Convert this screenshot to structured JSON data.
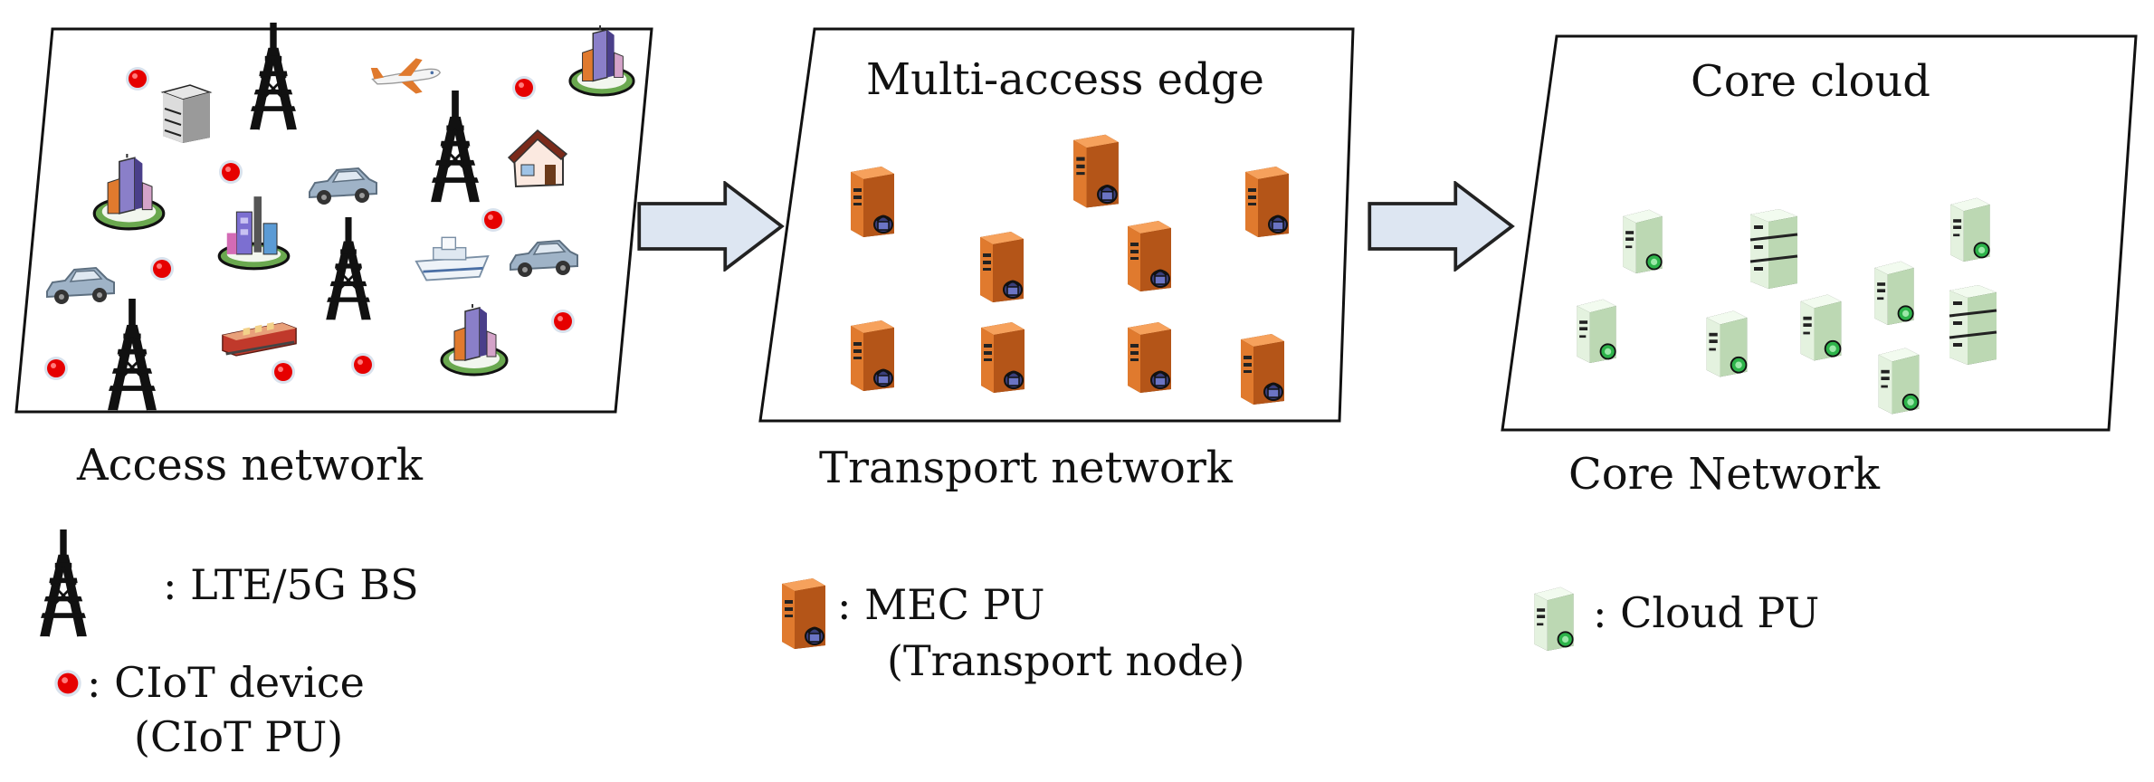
{
  "panels": {
    "access": {
      "caption": "Access network"
    },
    "edge": {
      "title": "Multi-access edge",
      "caption": "Transport network"
    },
    "core": {
      "title": "Core cloud",
      "caption": "Core Network"
    }
  },
  "legend": {
    "bs": ": LTE/5G BS",
    "ciot_line1": ": CIoT device",
    "ciot_line2": "(CIoT PU)",
    "mec_line1": ": MEC PU",
    "mec_line2": "(Transport node)",
    "cloud": ": Cloud PU"
  },
  "icons": {
    "bs": "cell-tower-icon",
    "ciot": "red-dot-icon",
    "mec": "orange-server-icon",
    "cloud": "green-server-icon",
    "car": "car-icon",
    "plane": "airplane-icon",
    "ship": "ship-icon",
    "train": "train-icon",
    "house": "house-icon",
    "building": "building-icon",
    "router": "router-box-icon"
  },
  "colors": {
    "ciot_dot": "#e60000",
    "mec_server": "#e07a2e",
    "cloud_server": "#d7ecd0",
    "arrow_fill": "#dde6f2",
    "tower": "#111111"
  }
}
